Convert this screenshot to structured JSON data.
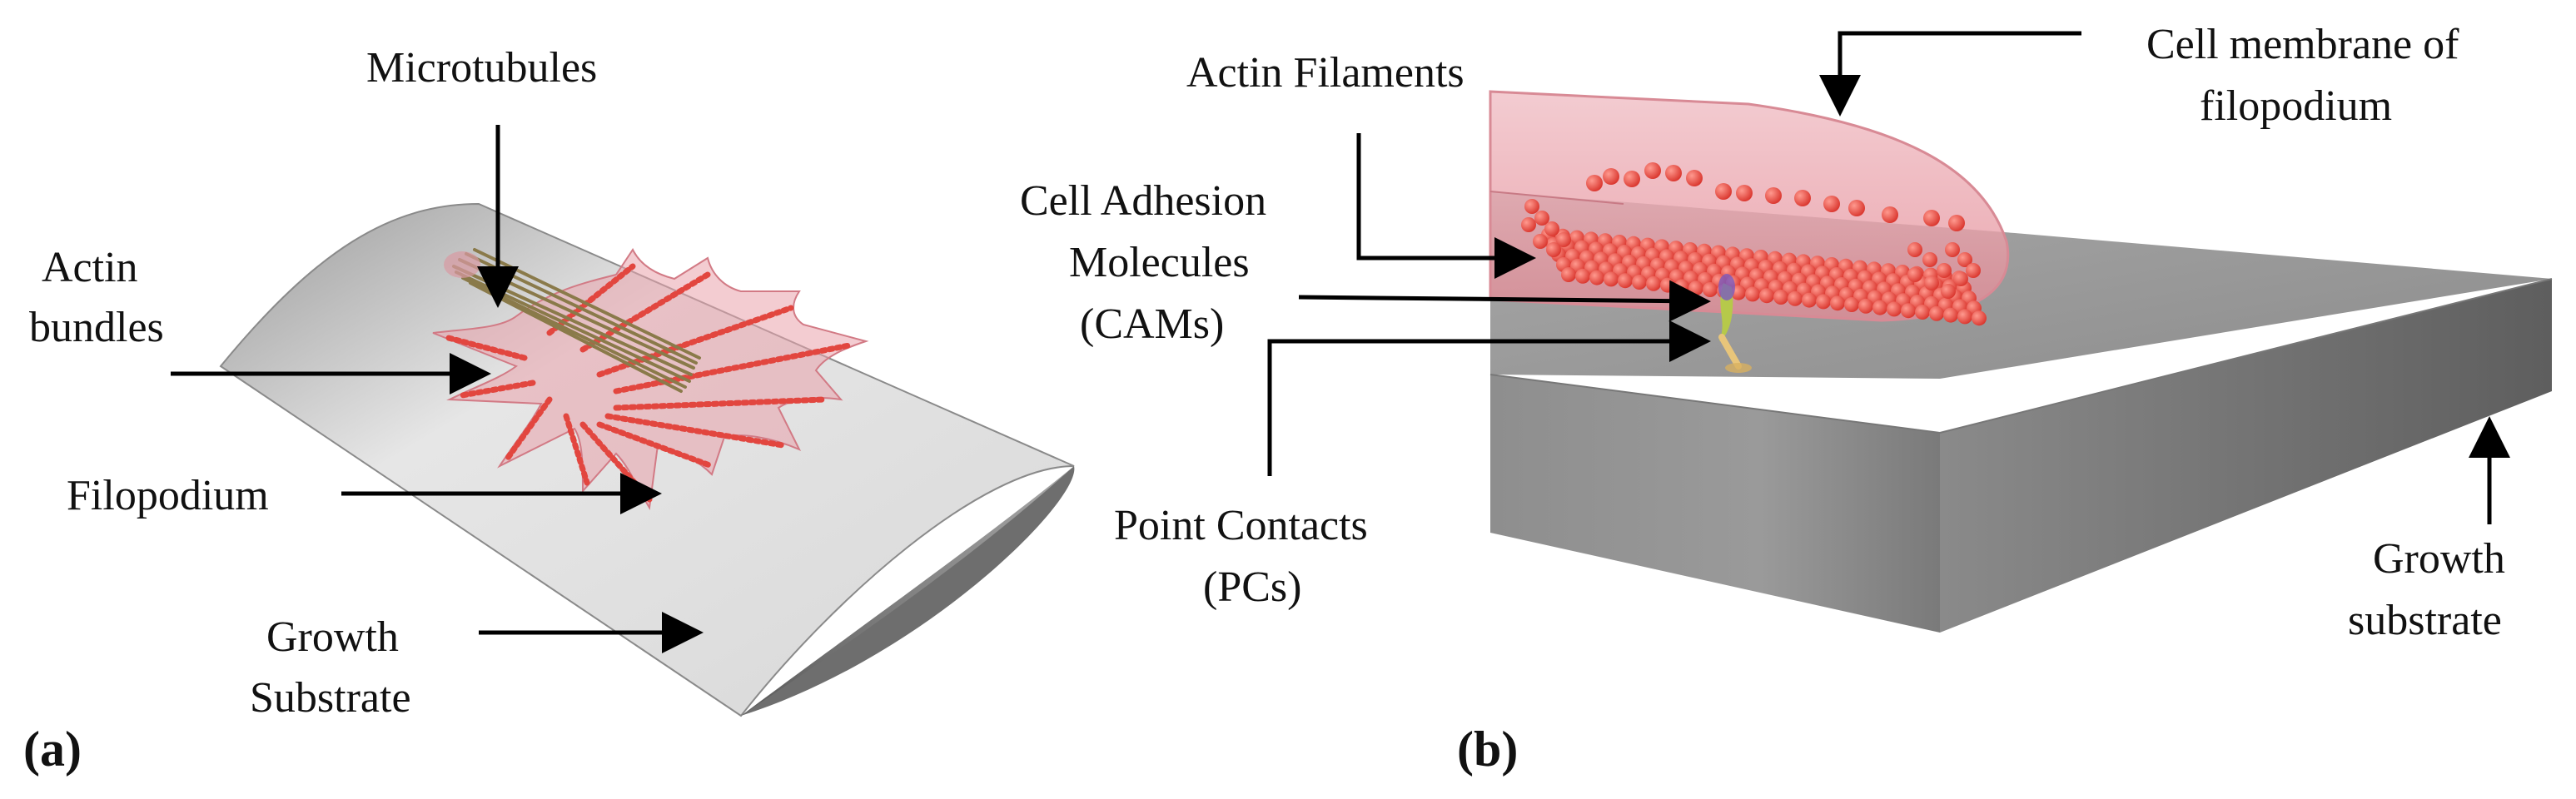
{
  "panel_a": {
    "letter": "(a)",
    "labels": {
      "microtubules": "Microtubules",
      "actin_bundles_1": "Actin",
      "actin_bundles_2": "bundles",
      "filopodium": "Filopodium",
      "growth_substrate_1": "Growth",
      "growth_substrate_2": "Substrate"
    }
  },
  "panel_b": {
    "letter": "(b)",
    "labels": {
      "actin_filaments": "Actin Filaments",
      "cell_membrane_1": "Cell membrane of",
      "cell_membrane_2": "filopodium",
      "cams_1": "Cell Adhesion",
      "cams_2": "Molecules",
      "cams_3": "(CAMs)",
      "point_contacts_1": "Point Contacts",
      "point_contacts_2": "(PCs)",
      "growth_substrate_1": "Growth",
      "growth_substrate_2": "substrate"
    }
  },
  "colors": {
    "substrate_light": "#d9d9d9",
    "substrate_dark": "#6e6e6e",
    "membrane_pink": "#e8a0aa",
    "actin_red": "#e84d45",
    "microtubule_olive": "#8a7a4a",
    "arrow": "#000000"
  }
}
